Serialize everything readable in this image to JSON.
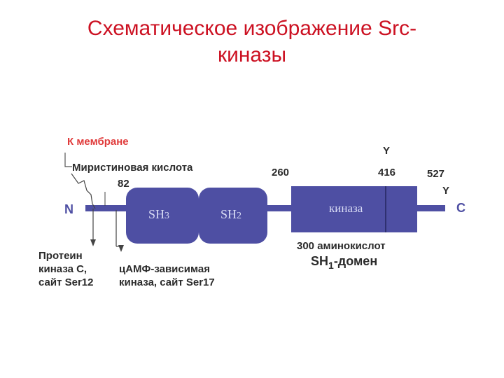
{
  "title": {
    "line1": "Схематическое изображение Src-",
    "line2": "киназы"
  },
  "labels": {
    "membrane": "К мембране",
    "myristic": "Миристиновая кислота",
    "pos82": "82",
    "pos260": "260",
    "tyr_top": "Y",
    "pos416": "416",
    "pos527": "527",
    "tyr_right": "Y",
    "n_term": "N",
    "c_term": "C",
    "pkc_line1": "Протеин",
    "pkc_line2": "киназа С,",
    "pkc_line3": "сайт Ser12",
    "pka_line1": "цАМФ-зависимая",
    "pka_line2": "киназа, сайт Ser17",
    "aa300": "300 аминокислот",
    "sh1_prefix": "SH",
    "sh1_sub": "1",
    "sh1_suffix": "-домен"
  },
  "domains": {
    "sh3_main": "SH",
    "sh3_sub": "3",
    "sh2_main": "SH",
    "sh2_sub": "2",
    "kinase": "киназа"
  },
  "colors": {
    "title": "#cc1122",
    "domain_fill": "#4e4fa3",
    "backbone": "#4e4fa3",
    "membrane_label": "#e03b3b"
  }
}
